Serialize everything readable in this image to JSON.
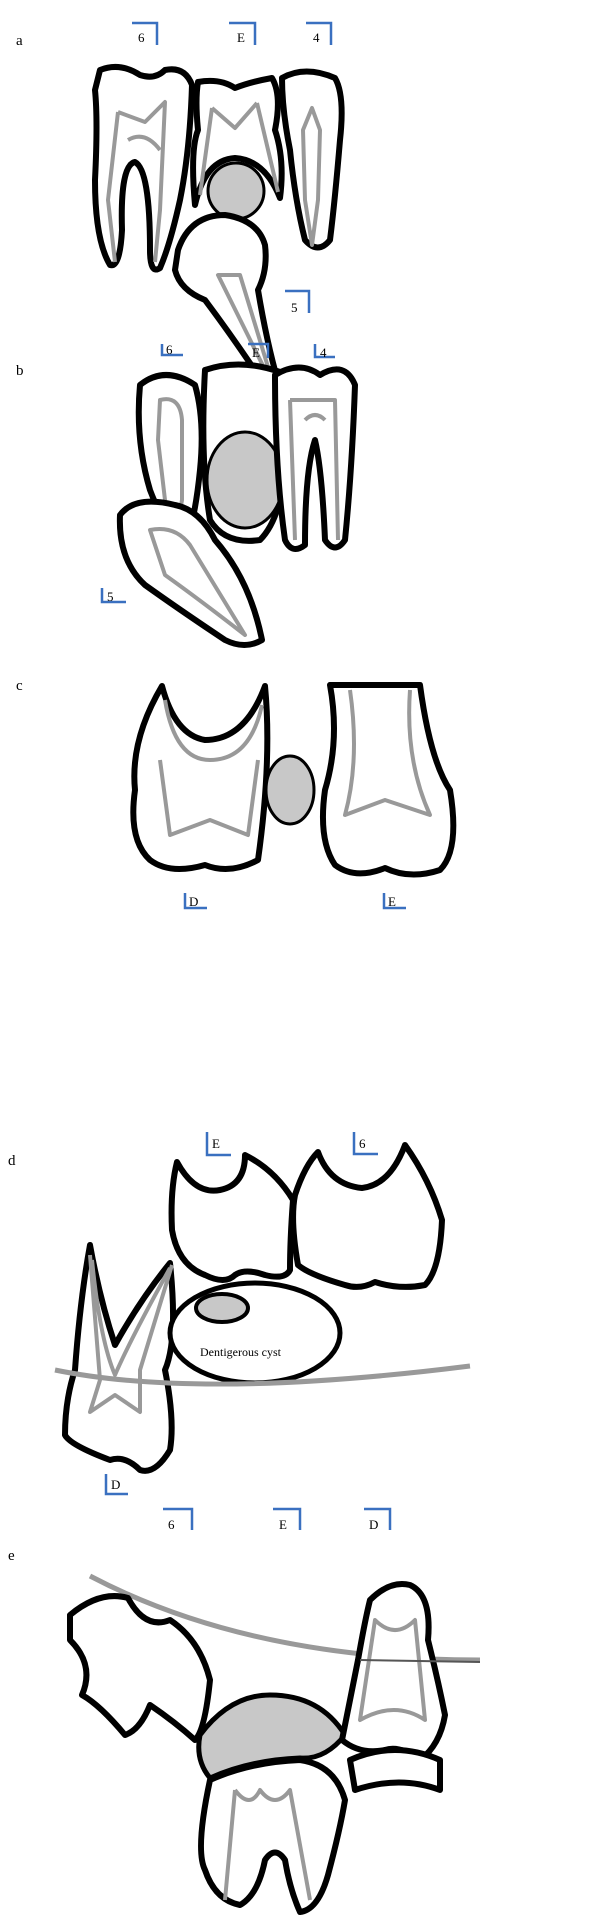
{
  "panels": [
    {
      "id": "a",
      "label": "a",
      "teeth_labels": [
        "6",
        "E",
        "4",
        "5"
      ]
    },
    {
      "id": "b",
      "label": "b",
      "teeth_labels": [
        "6",
        "E",
        "4",
        "5"
      ]
    },
    {
      "id": "c",
      "label": "c",
      "teeth_labels": [
        "D",
        "E"
      ]
    },
    {
      "id": "d",
      "label": "d",
      "teeth_labels": [
        "E",
        "6",
        "D"
      ],
      "annotation": "Dentigerous cyst"
    },
    {
      "id": "e",
      "label": "e",
      "teeth_labels": [
        "6",
        "E",
        "D"
      ]
    }
  ],
  "colors": {
    "outline": "#000000",
    "pulp": "#999999",
    "cyst": "#c8c8c8",
    "bracket": "#3a70c0"
  }
}
